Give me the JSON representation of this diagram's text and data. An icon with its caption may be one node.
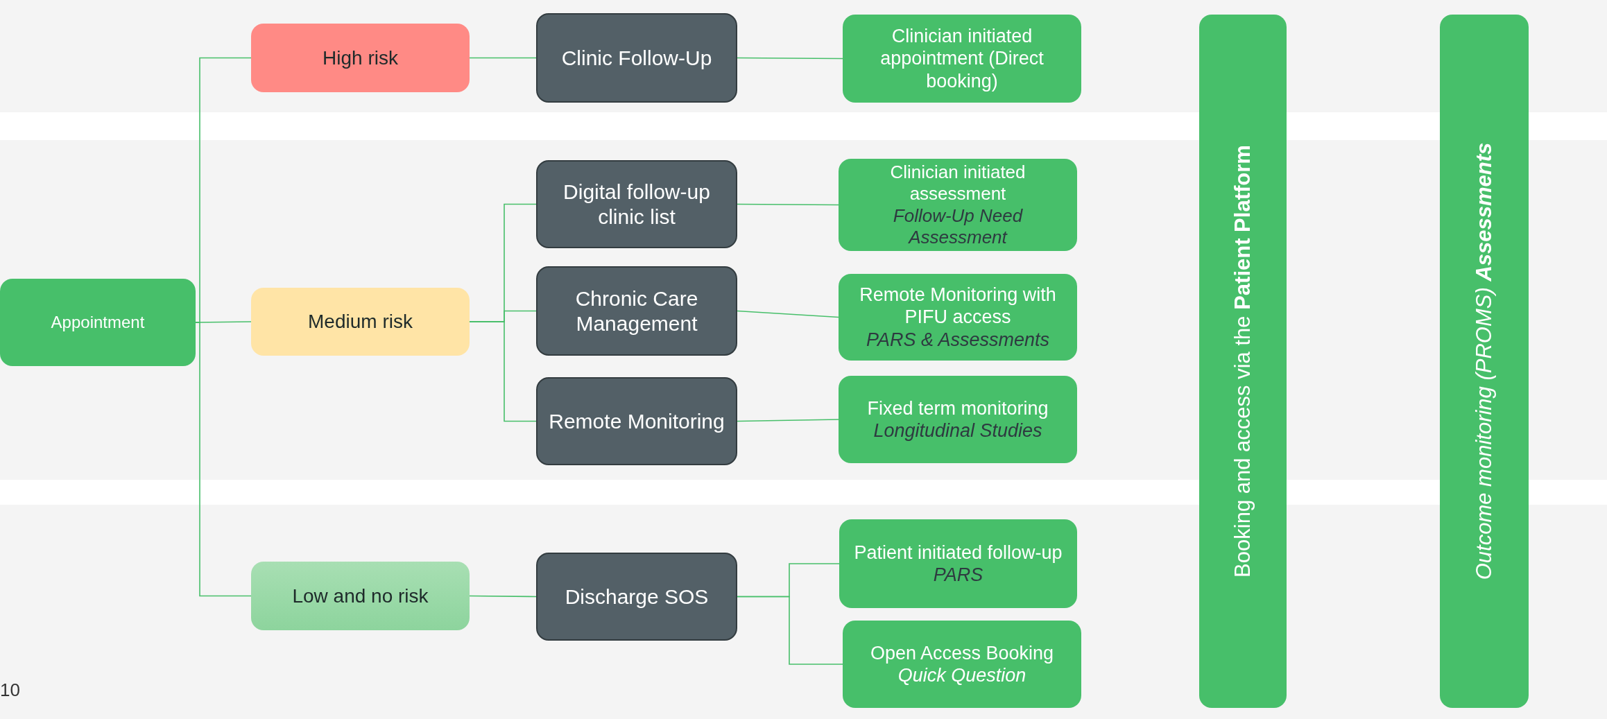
{
  "diagram": {
    "nodes": [
      {
        "text": [
          "Appointment"
        ]
      },
      {
        "text": [
          "High risk"
        ]
      },
      {
        "text": [
          "Medium risk"
        ]
      },
      {
        "text": [
          "Low and no risk"
        ]
      },
      {
        "text": [
          "Clinic Follow-Up"
        ]
      },
      {
        "text": [
          "Digital follow-up clinic list"
        ]
      },
      {
        "text": [
          "Chronic Care Management"
        ]
      },
      {
        "text": [
          "Remote Monitoring"
        ]
      },
      {
        "text": [
          "Discharge SOS"
        ]
      },
      {
        "text": [
          "Clinician initiated appointment (Direct booking)"
        ]
      },
      {
        "text": [
          "Clinician initiated assessment",
          "Follow-Up Need Assessment"
        ]
      },
      {
        "text": [
          "Remote Monitoring with PIFU access",
          "PARS & Assessments"
        ]
      },
      {
        "text": [
          "Fixed term monitoring",
          "Longitudinal Studies"
        ]
      },
      {
        "text": [
          "Patient initiated follow-up",
          "PARS"
        ]
      },
      {
        "text": [
          "Open Access Booking *Quick Question*"
        ]
      },
      {
        "text": [
          "Booking  and access via the **Patient Platform**"
        ]
      },
      {
        "text": [
          "Outcome monitoring (PROMS) **Assessments**"
        ]
      }
    ],
    "edges": [
      {
        "from": 0,
        "to": 1,
        "arrow": "none"
      },
      {
        "from": 0,
        "to": 2,
        "arrow": "none"
      },
      {
        "from": 0,
        "to": 3,
        "arrow": "none"
      },
      {
        "from": 1,
        "to": 4,
        "arrow": "none"
      },
      {
        "from": 2,
        "to": 5,
        "arrow": "none"
      },
      {
        "from": 2,
        "to": 6,
        "arrow": "none"
      },
      {
        "from": 2,
        "to": 7,
        "arrow": "none"
      },
      {
        "from": 3,
        "to": 8,
        "arrow": "none"
      },
      {
        "from": 4,
        "to": 9,
        "arrow": "none"
      },
      {
        "from": 5,
        "to": 10,
        "arrow": "none"
      },
      {
        "from": 6,
        "to": 11,
        "arrow": "none"
      },
      {
        "from": 7,
        "to": 12,
        "arrow": "none"
      },
      {
        "from": 8,
        "to": 13,
        "arrow": "none"
      },
      {
        "from": 8,
        "to": 14,
        "arrow": "none"
      }
    ],
    "labels": [
      "10"
    ]
  }
}
